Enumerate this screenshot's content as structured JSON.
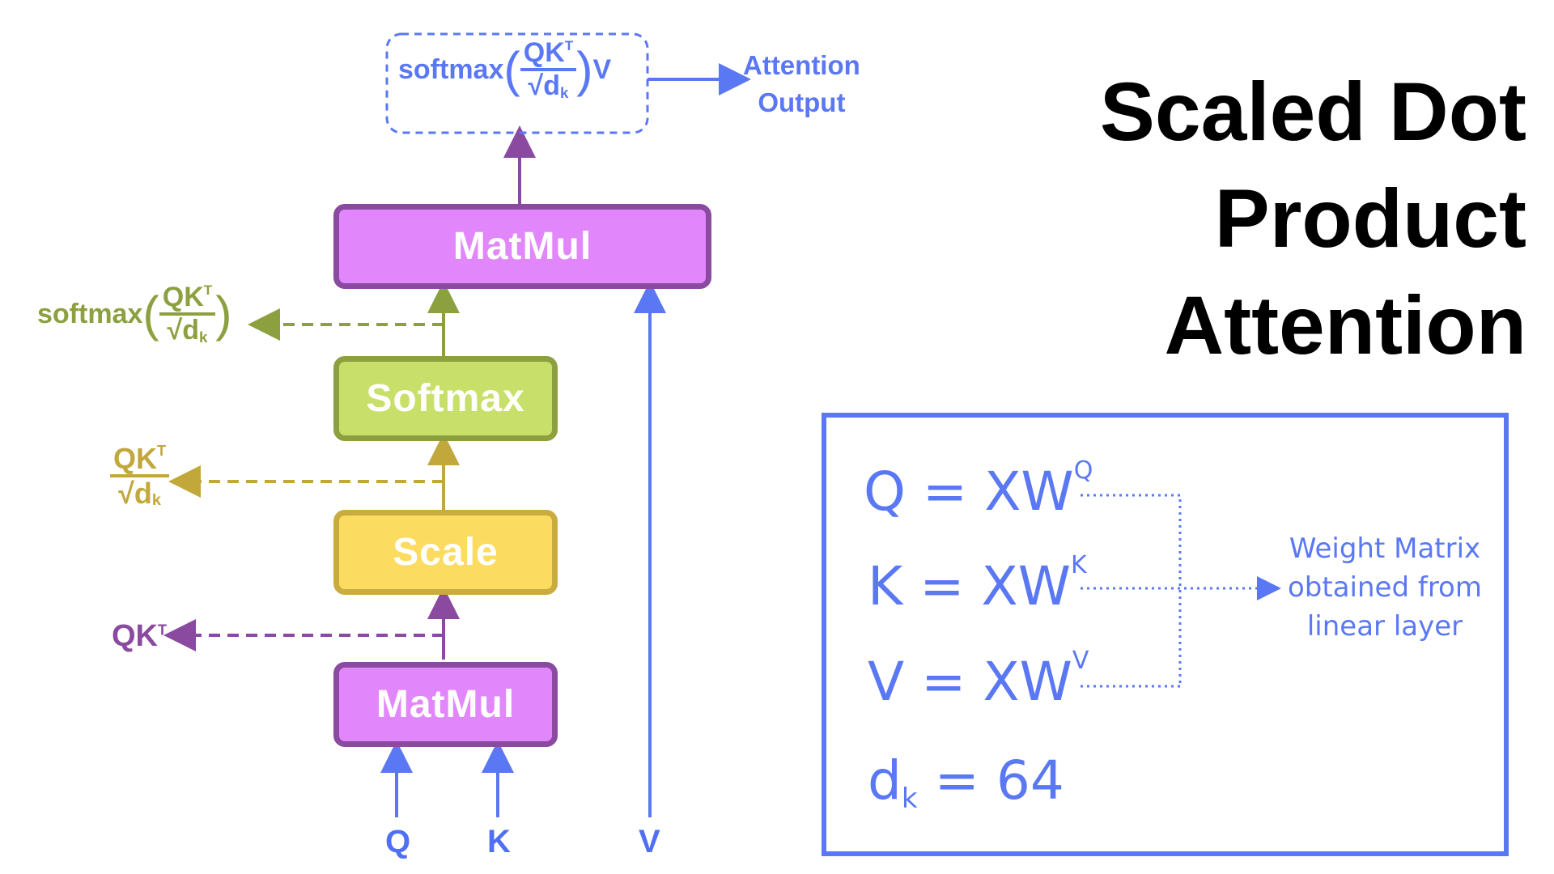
{
  "title": {
    "line1": "Scaled Dot",
    "line2": "Product",
    "line3": "Attention"
  },
  "blocks": {
    "matmul_top": "MatMul",
    "softmax": "Softmax",
    "scale": "Scale",
    "matmul_bottom": "MatMul"
  },
  "inputs": {
    "q": "Q",
    "k": "K",
    "v": "V"
  },
  "side_labels": {
    "qkt": {
      "base": "QK",
      "sup": "T"
    },
    "scaled": {
      "num": "QK",
      "num_sup": "T",
      "den_root": "√",
      "den": "d",
      "den_sub": "k"
    },
    "softmax": {
      "fn": "softmax",
      "num": "QK",
      "num_sup": "T",
      "den_root": "√",
      "den": "d",
      "den_sub": "k"
    }
  },
  "output_formula": {
    "fn": "softmax",
    "num": "QK",
    "num_sup": "T",
    "den_root": "√",
    "den": "d",
    "den_sub": "k",
    "tail": "V"
  },
  "output_label": {
    "line1": "Attention",
    "line2": "Output"
  },
  "equations": {
    "q": {
      "lhs": "Q = XW",
      "sup": "Q"
    },
    "k": {
      "lhs": "K = XW",
      "sup": "K"
    },
    "v": {
      "lhs": "V = XW",
      "sup": "V"
    },
    "dk": {
      "base": "d",
      "sub": "k",
      "rhs": " = 64"
    }
  },
  "weight_note": {
    "line1": "Weight Matrix",
    "line2": "obtained from",
    "line3": "linear layer"
  },
  "colors": {
    "purple_fill": "#e287fb",
    "purple_border": "#8a4aa0",
    "purple_text": "#8a4aa0",
    "green_fill": "#c8e06a",
    "green_border": "#8ca040",
    "green_text": "#8ca040",
    "yellow_fill": "#fcdc60",
    "yellow_border": "#c9ab3e",
    "yellow_text": "#c2a83a",
    "blue": "#5b78f4"
  }
}
